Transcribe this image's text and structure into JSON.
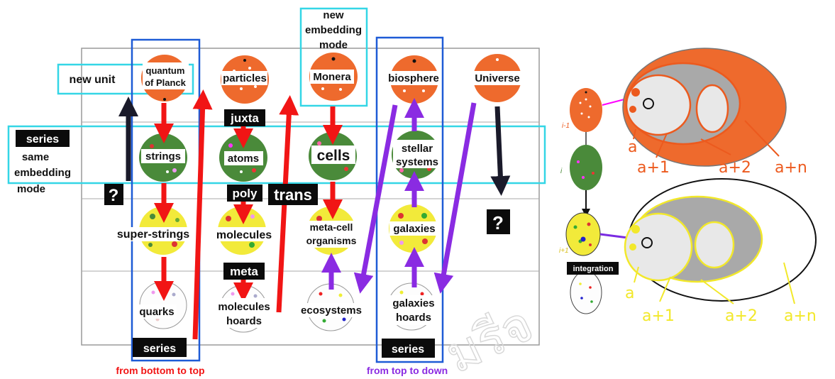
{
  "left_diagram": {
    "header_new_embedding_mode": [
      "new",
      "embedding",
      "mode"
    ],
    "new_unit": "new unit",
    "series_left_label": "series",
    "same_embedding_mode": [
      "same",
      "embedding",
      "mode"
    ],
    "question_mark": "?",
    "column1": {
      "top": [
        "quantum",
        "of Planck"
      ],
      "row2": "strings",
      "row3": "super-strings",
      "row4": "quarks"
    },
    "column2": {
      "top": "particles",
      "row2": "atoms",
      "row3": "molecules",
      "row4": [
        "molecules",
        "hoards"
      ]
    },
    "column3": {
      "top": "Monera",
      "row2": "cells",
      "row3": [
        "meta-cell",
        "organisms"
      ],
      "row4": "ecosystems"
    },
    "column4": {
      "top": "biosphere",
      "row2": [
        "stellar",
        "systems"
      ],
      "row3": "galaxies",
      "row4": [
        "galaxies",
        "hoards"
      ]
    },
    "column5": {
      "top": "Universe"
    },
    "modes": {
      "juxta": "juxta",
      "poly": "poly",
      "trans": "trans",
      "meta": "meta"
    },
    "series_bottom_left": "series",
    "series_bottom_right": "series",
    "caption_left": "from bottom to top",
    "caption_right": "from top to down"
  },
  "right_diagram": {
    "levels": [
      "i-1",
      "i",
      "i+1"
    ],
    "integration": "integration",
    "top_labels": [
      "a",
      "a+1",
      "a+2",
      "a+n"
    ],
    "bottom_labels": [
      "a",
      "a+1",
      "a+2",
      "a+n"
    ]
  },
  "colors": {
    "red": "#f11515",
    "purple": "#8a2be2",
    "blue_box": "#1e5bd6",
    "cyan_box": "#34d6e6",
    "orange": "#ee6a2d",
    "green": "#4a8a3a",
    "yellow": "#f2ea3a",
    "handwriting_orange": "#ec5a1e",
    "handwriting_yellow": "#f2e82a"
  }
}
